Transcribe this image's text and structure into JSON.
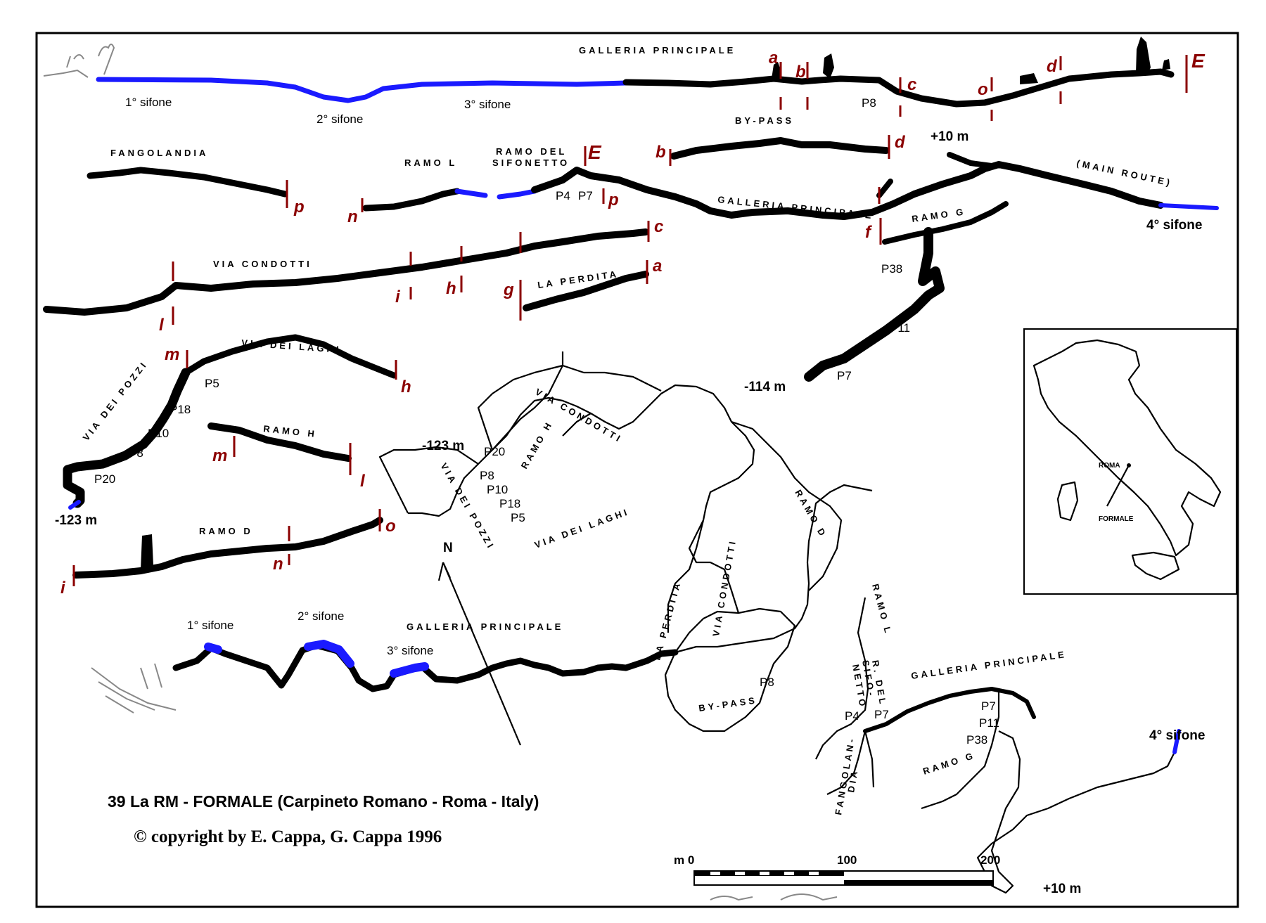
{
  "title": "39 La RM -  FORMALE  (Carpineto Romano - Roma - Italy)",
  "copyright": "© copyright by E. Cappa, G. Cappa 1996",
  "colors": {
    "frame": "#000000",
    "water": "#1a1aff",
    "marker": "#8b0000"
  },
  "sections": {
    "galleria_principale_top": "GALLERIA PRINCIPALE",
    "by_pass": "BY-PASS",
    "fangolandia": "FANGOLANDIA",
    "ramo_l": "RAMO L",
    "ramo_del_sifonetto": [
      "RAMO DEL",
      "SIFONETTO"
    ],
    "galleria_principale_mid": "GALLERIA PRINCIPALE",
    "main_route": "(MAIN ROUTE)",
    "ramo_g": "RAMO G",
    "via_condotti": "VIA CONDOTTI",
    "la_perdita": "LA PERDITA",
    "via_dei_laghi": "VIA DEI LAGHI",
    "via_dei_pozzi": "VIA DEI POZZI",
    "ramo_h": "RAMO H",
    "ramo_d": "RAMO D"
  },
  "labels": {
    "sifone1": "1° sifone",
    "sifone2": "2° sifone",
    "sifone3": "3° sifone",
    "sifone4": "4° sifone",
    "plus10": "+10 m",
    "minus114": "-114 m",
    "minus123": "-123 m",
    "p4": "P4",
    "p5": "P5",
    "p7": "P7",
    "p8": "P8",
    "p10": "P10",
    "p11": "P11",
    "p18": "P18",
    "p20": "P20",
    "p38": "P38"
  },
  "markers": [
    "a",
    "b",
    "c",
    "d",
    "o",
    "E",
    "p",
    "n",
    "f",
    "i",
    "h",
    "g",
    "l",
    "m"
  ],
  "plan": {
    "via_condotti": "VIA CONDOTTI",
    "ramo_h": "RAMO H",
    "via_dei_pozzi": "VIA DEI POZZI",
    "via_dei_laghi": "VIA DEI LAGHI",
    "la_perdita": "LA PERDITA",
    "ramo_d": "RAMO D",
    "ramo_l": "RAMO L",
    "ramo_del_sifonetto": [
      "SIFO-",
      "NETTO",
      "R. DEL"
    ],
    "galleria_principale": "GALLERIA PRINCIPALE",
    "galleria_principale_2": "GALLERIA PRINCIPALE",
    "by_pass": "BY-PASS",
    "fangolandia": [
      "FANGOLAN-",
      "DIA"
    ],
    "ramo_g": "RAMO G",
    "north": "N"
  },
  "inset": {
    "roma": "ROMA",
    "formale": "FORMALE"
  },
  "scale": {
    "m0": "m 0",
    "m100": "100",
    "m200": "200"
  }
}
